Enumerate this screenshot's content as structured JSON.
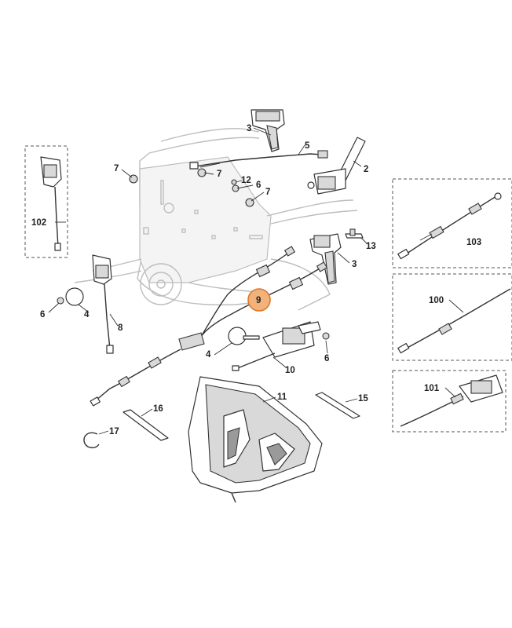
{
  "diagram": {
    "highlight_color": "#f2b27a",
    "highlight_stroke": "#d9782e",
    "callouts": {
      "c2": "2",
      "c3_top": "3",
      "c3_mid": "3",
      "c4_left": "4",
      "c4_mid": "4",
      "c5": "5",
      "c6_left": "6",
      "c6_top": "6",
      "c6_right": "6",
      "c7_left": "7",
      "c7_mid": "7",
      "c7_right": "7",
      "c8": "8",
      "c9": "9",
      "c10": "10",
      "c11": "11",
      "c12": "12",
      "c13": "13",
      "c15": "15",
      "c16": "16",
      "c17": "17",
      "c100": "100",
      "c101": "101",
      "c102": "102",
      "c103": "103"
    }
  }
}
